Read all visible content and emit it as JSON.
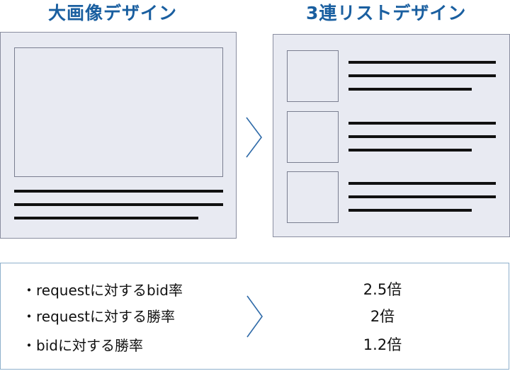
{
  "titles": {
    "left": "大画像デザイン",
    "right": "3連リストデザイン"
  },
  "comparison": {
    "metrics": [
      {
        "label": "・requestに対するbid率",
        "value": "2.5倍"
      },
      {
        "label": "・requestに対する勝率",
        "value": "2倍"
      },
      {
        "label": "・bidに対する勝率",
        "value": "1.2倍"
      }
    ]
  },
  "colors": {
    "title": "#1a5fa0",
    "panel_fill": "#e8eaf2",
    "panel_border": "#8a8ea0",
    "arrow": "#2e6aa8",
    "box_border": "#8fb0cc"
  },
  "icons": {
    "transition_arrow": "chevron-right-icon"
  }
}
